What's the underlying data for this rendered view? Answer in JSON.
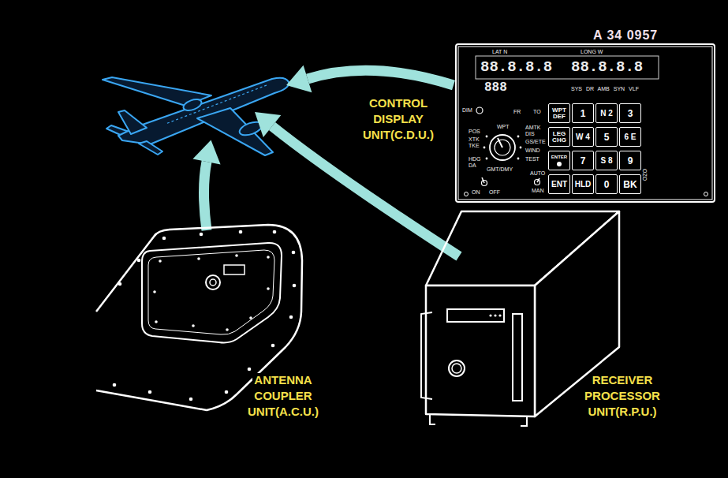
{
  "diagram": {
    "nodes": [
      {
        "text": [
          "CONTROL DISPLAY UNIT(C.D.U.)",
          "LAT N",
          "88.8.8.8",
          "LONG W",
          "88.8.8.8",
          "888",
          "SYS DR AMB SYN VLF",
          "DIM",
          "WPT",
          "FR",
          "TO",
          "POS",
          "XTK TKE",
          "HDG DA",
          "AMTK DIS",
          "GS/ETE",
          "WIND",
          "TEST",
          "GMT/DMY",
          "ON",
          "OFF",
          "AUTO",
          "MAN",
          "OZO"
        ]
      },
      {
        "text": [
          "WPT DEF"
        ],
        "in": 0
      },
      {
        "text": [
          "1"
        ],
        "in": 0
      },
      {
        "text": [
          "N 2"
        ],
        "in": 0
      },
      {
        "text": [
          "3"
        ],
        "in": 0
      },
      {
        "text": [
          "LEG CHG"
        ],
        "in": 0
      },
      {
        "text": [
          "W 4"
        ],
        "in": 0
      },
      {
        "text": [
          "5"
        ],
        "in": 0
      },
      {
        "text": [
          "6 E"
        ],
        "in": 0
      },
      {
        "text": [
          "ENTER"
        ],
        "in": 0
      },
      {
        "text": [
          "7"
        ],
        "in": 0
      },
      {
        "text": [
          "S 8"
        ],
        "in": 0
      },
      {
        "text": [
          "9"
        ],
        "in": 0
      },
      {
        "text": [
          "ENT"
        ],
        "in": 0
      },
      {
        "text": [
          "HLD"
        ],
        "in": 0
      },
      {
        "text": [
          "0"
        ],
        "in": 0
      },
      {
        "text": [
          "BK"
        ],
        "in": 0
      },
      {
        "text": [
          "ANTENNA COUPLER UNIT(A.C.U.)"
        ]
      },
      {
        "text": [
          "RECEIVER PROCESSOR UNIT(R.P.U.)"
        ]
      }
    ],
    "labels": [
      "A 34 0957"
    ]
  }
}
